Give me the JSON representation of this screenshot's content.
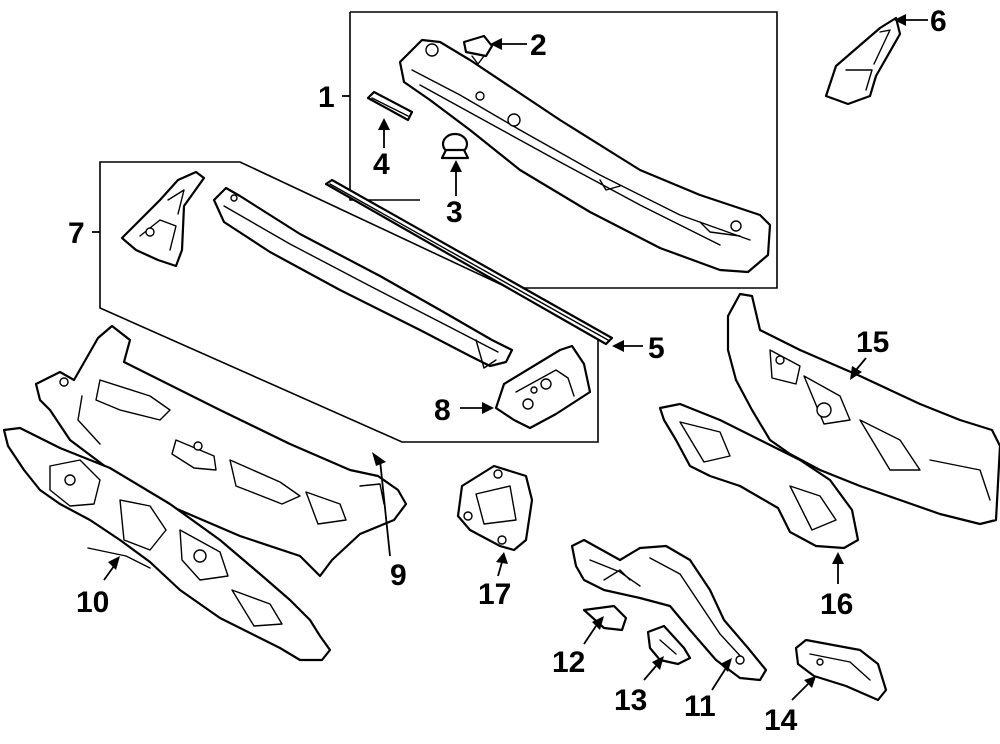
{
  "callouts": [
    {
      "id": "1",
      "label": "1"
    },
    {
      "id": "2",
      "label": "2"
    },
    {
      "id": "3",
      "label": "3"
    },
    {
      "id": "4",
      "label": "4"
    },
    {
      "id": "5",
      "label": "5"
    },
    {
      "id": "6",
      "label": "6"
    },
    {
      "id": "7",
      "label": "7"
    },
    {
      "id": "8",
      "label": "8"
    },
    {
      "id": "9",
      "label": "9"
    },
    {
      "id": "10",
      "label": "10"
    },
    {
      "id": "11",
      "label": "11"
    },
    {
      "id": "12",
      "label": "12"
    },
    {
      "id": "13",
      "label": "13"
    },
    {
      "id": "14",
      "label": "14"
    },
    {
      "id": "15",
      "label": "15"
    },
    {
      "id": "16",
      "label": "16"
    },
    {
      "id": "17",
      "label": "17"
    }
  ],
  "colors": {
    "ink": "#000000",
    "background": "#ffffff"
  }
}
